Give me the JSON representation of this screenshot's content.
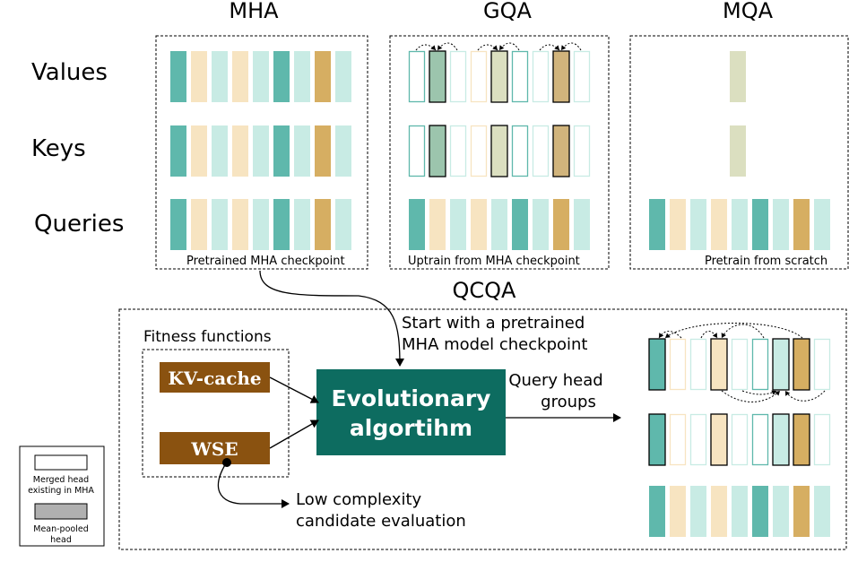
{
  "titles": {
    "mha": "MHA",
    "gqa": "GQA",
    "mqa": "MQA",
    "qcqa": "QCQA"
  },
  "row_labels": {
    "values": "Values",
    "keys": "Keys",
    "queries": "Queries"
  },
  "captions": {
    "mha": "Pretrained MHA checkpoint",
    "gqa": "Uptrain from MHA checkpoint",
    "mqa": "Pretrain from scratch"
  },
  "fitness": {
    "title": "Fitness functions",
    "kv_cache": "KV-cache",
    "wse": "WSE"
  },
  "evolutionary": {
    "line1": "Evolutionary",
    "line2": "algortihm"
  },
  "annotations": {
    "start_line1": "Start with a pretrained",
    "start_line2": "MHA model checkpoint",
    "query_line1": "Query head",
    "query_line2": "groups",
    "low_line1": "Low complexity",
    "low_line2": "candidate evaluation"
  },
  "legend": {
    "merged_line1": "Merged head",
    "merged_line2": "existing in MHA",
    "pooled_line1": "Mean-pooled",
    "pooled_line2": "head"
  },
  "colors": {
    "teal": "#5fb8ac",
    "light_teal": "#c8ebe4",
    "cream": "#f7e4c1",
    "tan": "#d6ae62",
    "gqa_green": "#9cc5ad",
    "pooled_sage": "#dbdfc0",
    "pooled_tan": "#d1b47c",
    "dark_teal": "#0d6c60",
    "brown": "#8a5210"
  }
}
